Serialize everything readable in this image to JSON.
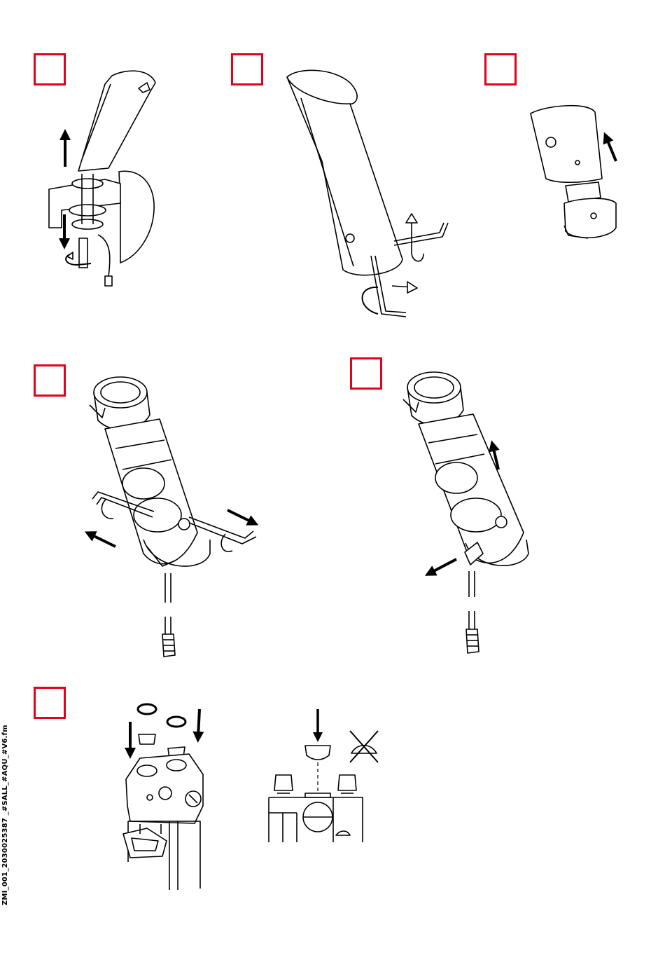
{
  "footer": {
    "file_reference": "ZMI_001_2030025387 _#SALL_#AQU_#V6.fm"
  },
  "colors": {
    "step_box_border": "#e2001a",
    "line_art": "#000000",
    "background": "#ffffff"
  },
  "steps": [
    {
      "id": "step-1",
      "icon": "faucet-removal-illustration"
    },
    {
      "id": "step-2",
      "icon": "spout-hex-key-illustration"
    },
    {
      "id": "step-3",
      "icon": "spout-lift-off-illustration"
    },
    {
      "id": "step-4",
      "icon": "sensor-unit-hex-key-illustration"
    },
    {
      "id": "step-5",
      "icon": "sensor-unit-pull-illustration"
    },
    {
      "id": "step-6",
      "icon": "seal-insertion-illustration"
    }
  ]
}
